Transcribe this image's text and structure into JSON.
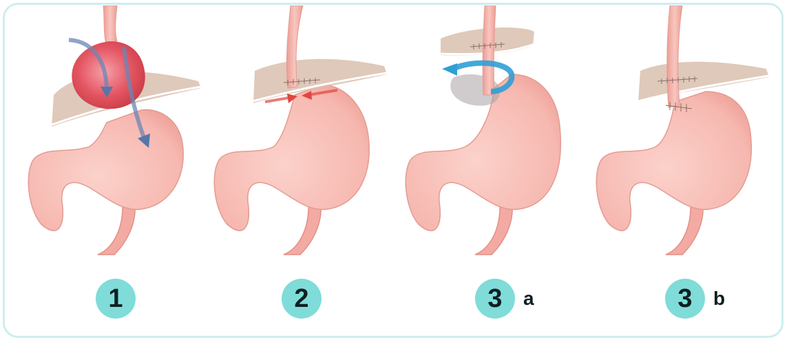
{
  "steps": [
    {
      "number": "1",
      "suffix": ""
    },
    {
      "number": "2",
      "suffix": ""
    },
    {
      "number": "3",
      "suffix": "a"
    },
    {
      "number": "3",
      "suffix": "b"
    }
  ],
  "colors": {
    "frame_border": "#cdeef0",
    "badge_fill": "#7fdcd8",
    "stomach_fill": "#f6b8b0",
    "diaphragm_fill": "#d9bfae",
    "hernia_red": "#e2505a",
    "arrow_blue": "#5876a8",
    "arrow_red": "#e2463e",
    "rotation_blue": "#2f9fd6"
  }
}
